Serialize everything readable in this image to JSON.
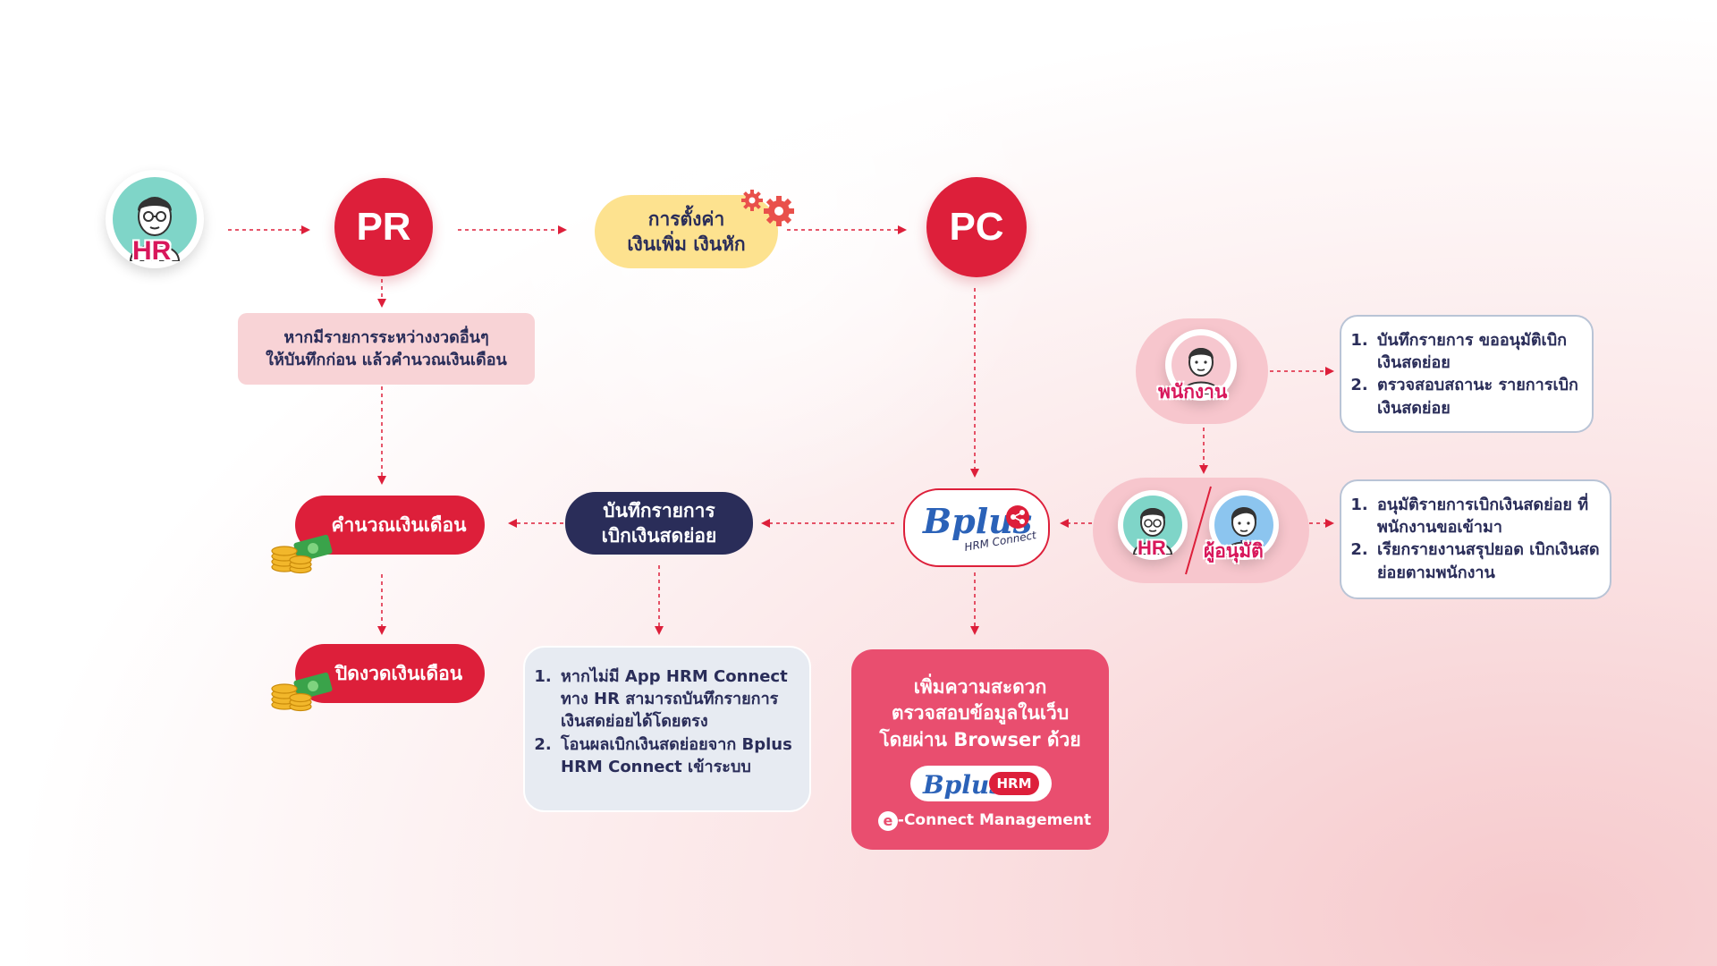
{
  "hr_avatar": {
    "label": "HR"
  },
  "pr_node": {
    "label": "PR"
  },
  "pc_node": {
    "label": "PC"
  },
  "settings_node": {
    "line1": "การตั้งค่า",
    "line2": "เงินเพิ่ม เงินหัก"
  },
  "pr_note": {
    "line1": "หากมีรายการระหว่างงวดอื่นๆ",
    "line2": "ให้บันทึกก่อน แล้วคำนวณเงินเดือน"
  },
  "calc_salary": {
    "label": "คำนวณเงินเดือน"
  },
  "close_period": {
    "label": "ปิดงวดเงินเดือน"
  },
  "record_node": {
    "line1": "บันทึกรายการ",
    "line2": "เบิกเงินสดย่อย"
  },
  "record_note": {
    "items": [
      "หากไม่มี App HRM Connect ทาง HR สามารถบันทึกรายการเงินสดย่อยได้โดยตรง",
      "โอนผลเบิกเงินสดย่อยจาก Bplus HRM Connect เข้าระบบ"
    ]
  },
  "bplus_connect": {
    "brand": "Bplus",
    "sub": "HRM Connect"
  },
  "browser_card": {
    "line1": "เพิ่มความสะดวก",
    "line2": "ตรวจสอบข้อมูลในเว็บ",
    "line3": "โดยผ่าน Browser ด้วย",
    "brand": "Bplus",
    "badge": "HRM",
    "econnect": "-Connect Management",
    "e_letter": "e"
  },
  "employee": {
    "label": "พนักงาน"
  },
  "employee_card": {
    "items": [
      "บันทึกรายการ ขออนุมัติเบิกเงินสดย่อย",
      "ตรวจสอบสถานะ รายการเบิกเงินสดย่อย"
    ]
  },
  "approver_group": {
    "hr_label": "HR",
    "approver_label": "ผู้อนุมัติ"
  },
  "approver_card": {
    "items": [
      "อนุมัติรายการเบิกเงินสดย่อย ที่พนักงานขอเข้ามา",
      "เรียกรายงานสรุปยอด เบิกเงินสดย่อยตามพนักงาน"
    ]
  },
  "colors": {
    "red": "#dd1f3a",
    "navy": "#2a2d59",
    "yellow": "#fde28f",
    "pink": "#e94e6f"
  }
}
